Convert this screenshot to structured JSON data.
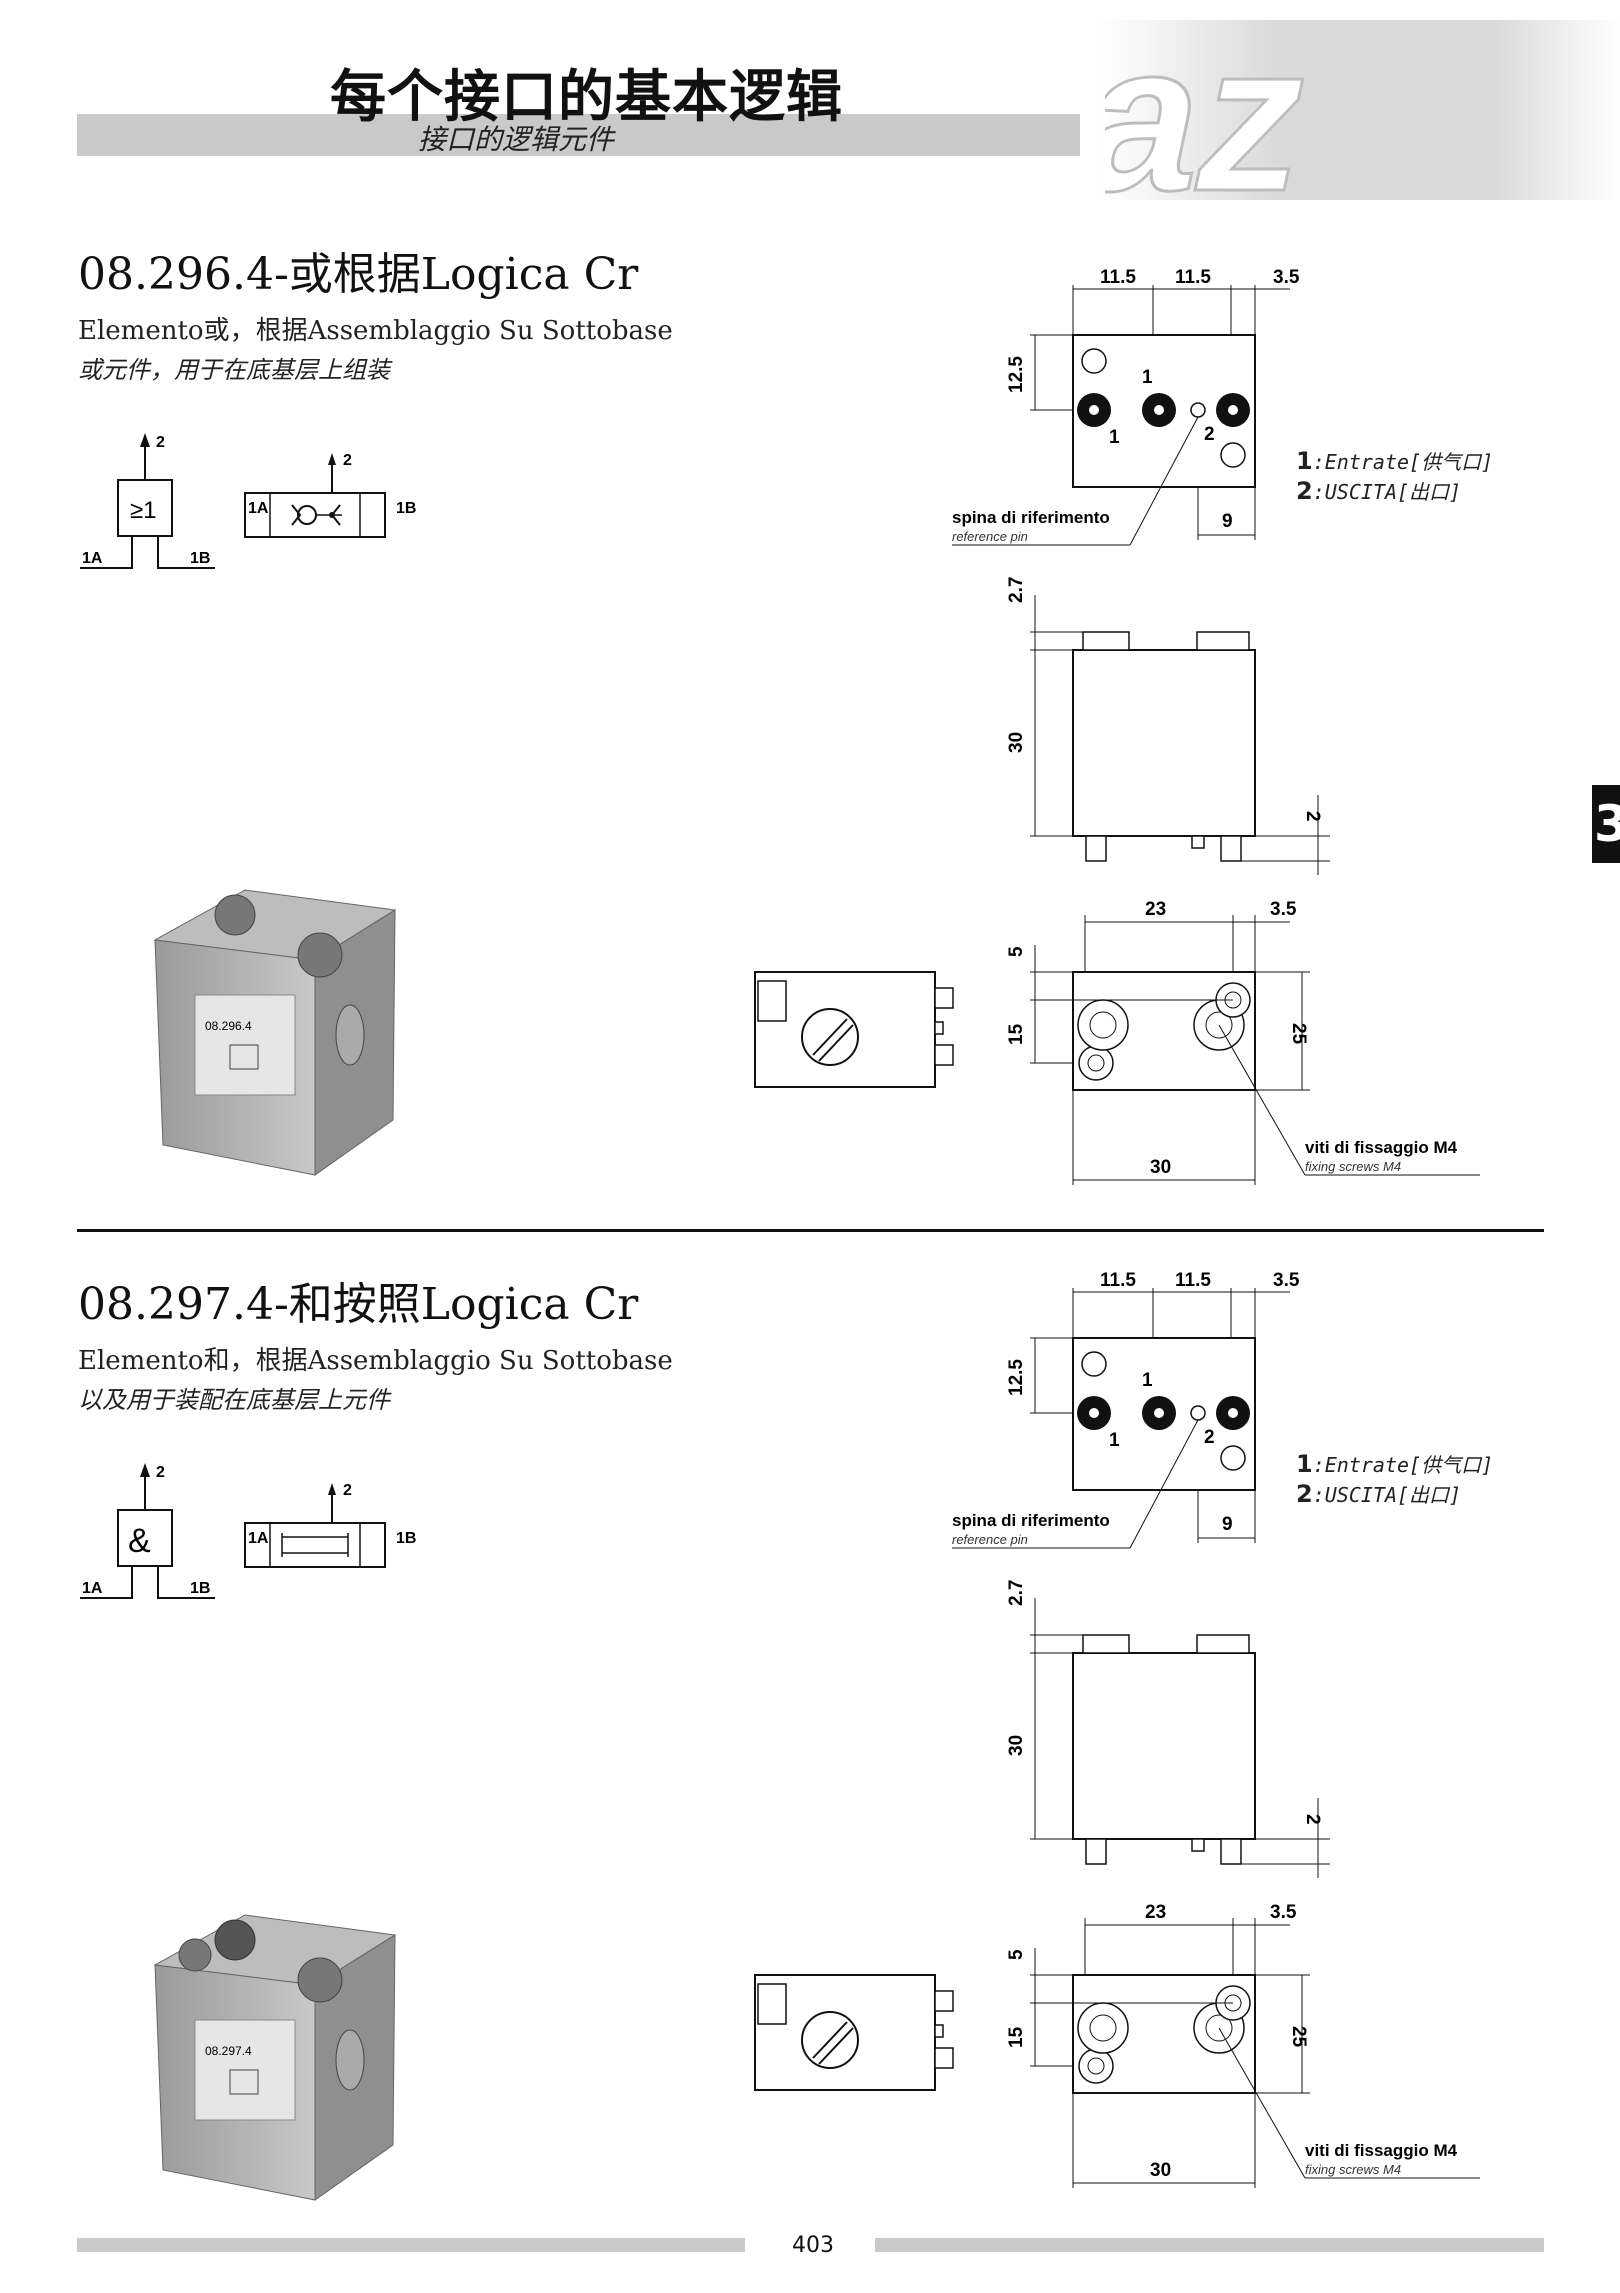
{
  "header": {
    "title": "每个接口的基本逻辑",
    "subtitle": "接口的逻辑元件",
    "logo_text": "az"
  },
  "tab_marker": "3",
  "sections": [
    {
      "title": "08.296.4-或根据Logica Cr",
      "sub_it": "Elemento或，根据Assemblaggio Su Sottobase",
      "sub_cn": "或元件，用于在底基层上组装",
      "symbol_glyph": "≥1",
      "photo_label": "08.296.4",
      "symbol_ports": {
        "out": "2",
        "in_a": "1A",
        "in_b": "1B"
      },
      "dims_top": {
        "d1": "11.5",
        "d2": "11.5",
        "d3": "3.5",
        "d4": "12.5",
        "d5": "9"
      },
      "top_labels": {
        "p1": "1",
        "p1b": "1",
        "p2": "2"
      },
      "legend": [
        {
          "num": "1",
          "text": ":Entrate[供气口]"
        },
        {
          "num": "2",
          "text": ":USCITA[出口]"
        }
      ],
      "pin_label": "spina di riferimento",
      "pin_label_en": "reference pin",
      "dims_side": {
        "d1": "2.7",
        "d2": "30",
        "d3": "2"
      },
      "dims_bottom": {
        "d1": "23",
        "d2": "3.5",
        "d3": "5",
        "d4": "15",
        "d5": "25",
        "d6": "30"
      },
      "screw_label": "viti di fissaggio M4",
      "screw_label_en": "fixing screws M4"
    },
    {
      "title": "08.297.4-和按照Logica Cr",
      "sub_it": "Elemento和，根据Assemblaggio Su Sottobase",
      "sub_cn": "以及用于装配在底基层上元件",
      "symbol_glyph": "&",
      "photo_label": "08.297.4",
      "symbol_ports": {
        "out": "2",
        "in_a": "1A",
        "in_b": "1B"
      },
      "dims_top": {
        "d1": "11.5",
        "d2": "11.5",
        "d3": "3.5",
        "d4": "12.5",
        "d5": "9"
      },
      "top_labels": {
        "p1": "1",
        "p1b": "1",
        "p2": "2"
      },
      "legend": [
        {
          "num": "1",
          "text": ":Entrate[供气口]"
        },
        {
          "num": "2",
          "text": ":USCITA[出口]"
        }
      ],
      "pin_label": "spina di riferimento",
      "pin_label_en": "reference pin",
      "dims_side": {
        "d1": "2.7",
        "d2": "30",
        "d3": "2"
      },
      "dims_bottom": {
        "d1": "23",
        "d2": "3.5",
        "d3": "5",
        "d4": "15",
        "d5": "25",
        "d6": "30"
      },
      "screw_label": "viti di fissaggio M4",
      "screw_label_en": "fixing screws M4"
    }
  ],
  "footer": {
    "page_number": "403"
  }
}
